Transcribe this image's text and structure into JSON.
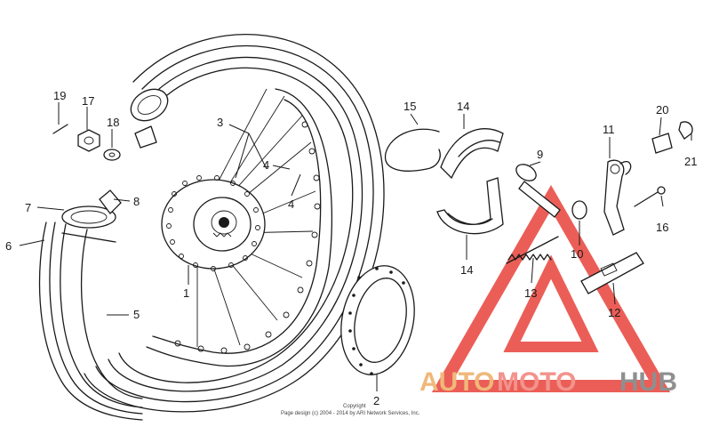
{
  "callouts": {
    "c1": "1",
    "c2": "2",
    "c3": "3",
    "c4a": "4",
    "c4b": "4",
    "c5": "5",
    "c6": "6",
    "c7": "7",
    "c8": "8",
    "c9": "9",
    "c10": "10",
    "c11": "11",
    "c12": "12",
    "c13": "13",
    "c14a": "14",
    "c14b": "14",
    "c15": "15",
    "c16": "16",
    "c17": "17",
    "c18": "18",
    "c19": "19",
    "c20": "20",
    "c21": "21"
  },
  "watermark": {
    "part1": "AUTO",
    "part2": "MOTO",
    "part3": "HUB",
    "colors": {
      "auto": "#f0b87a",
      "moto": "#f2938c",
      "hub": "#8f8f8f",
      "triangle": "#e8423a"
    }
  },
  "copyright": {
    "line1": "Copyright",
    "line2": "Page design (c) 2004 - 2014 by ARI Network Services, Inc."
  }
}
